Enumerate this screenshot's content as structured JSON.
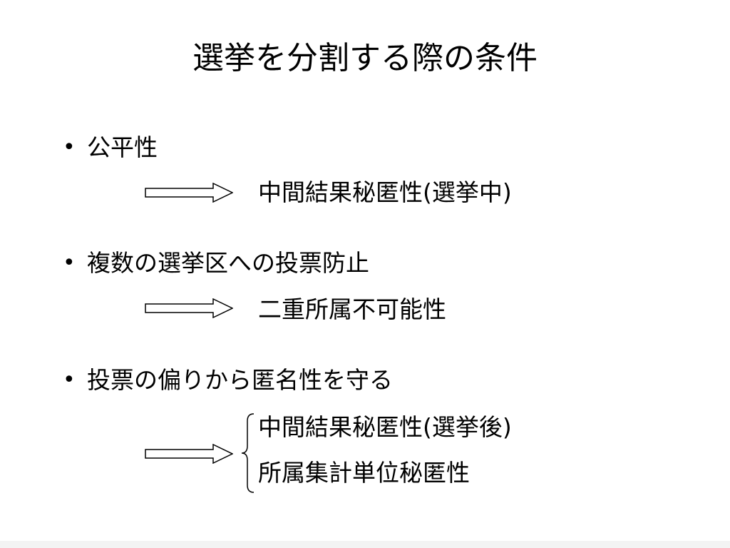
{
  "slide": {
    "title": "選挙を分割する際の条件",
    "bullet_symbol": "•",
    "items": [
      {
        "heading": "公平性",
        "results": [
          "中間結果秘匿性(選挙中)"
        ]
      },
      {
        "heading": "複数の選挙区への投票防止",
        "results": [
          "二重所属不可能性"
        ]
      },
      {
        "heading": "投票の偏りから匿名性を守る",
        "results": [
          "中間結果秘匿性(選挙後)",
          "所属集計単位秘匿性"
        ]
      }
    ]
  },
  "icons": {
    "arrow": "right-arrow-icon",
    "brace": "left-brace-icon"
  },
  "colors": {
    "background": "#ffffff",
    "text": "#000000"
  }
}
